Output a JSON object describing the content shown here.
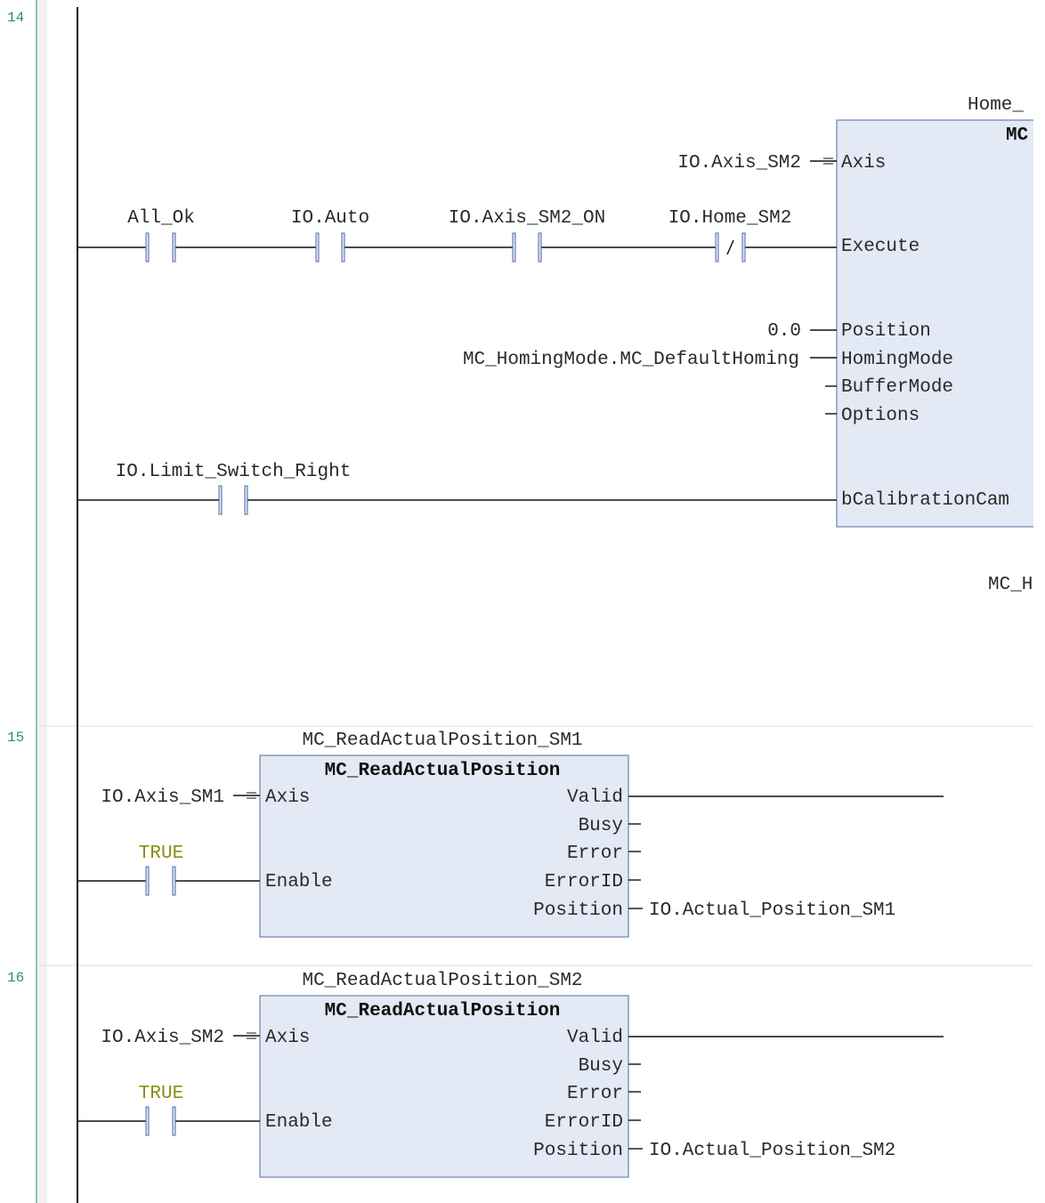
{
  "colors": {
    "literal": "#8c8c1a",
    "line_number": "#2a8a86",
    "fb_fill": "#e3e9f5",
    "fb_border": "#6c82ad"
  },
  "networks": [
    {
      "number": "14",
      "instance": "Home_",
      "fb_type": "MC",
      "contacts": [
        {
          "label": "All_Ok",
          "negated": false
        },
        {
          "label": "IO.Auto",
          "negated": false
        },
        {
          "label": "IO.Axis_SM2_ON",
          "negated": false
        },
        {
          "label": "IO.Home_SM2",
          "negated": true
        },
        {
          "label": "IO.Limit_Switch_Right",
          "negated": false
        }
      ],
      "inputs": {
        "axis_var": "IO.Axis_SM2",
        "axis": "Axis",
        "execute": "Execute",
        "position_value": "0.0",
        "position": "Position",
        "homing_value": "MC_HomingMode.MC_DefaultHoming",
        "homing": "HomingMode",
        "buffer": "BufferMode",
        "options": "Options",
        "calib": "bCalibrationCam"
      },
      "overflow_label": "MC_H"
    },
    {
      "number": "15",
      "instance": "MC_ReadActualPosition_SM1",
      "fb_type": "MC_ReadActualPosition",
      "axis_var": "IO.Axis_SM1",
      "enable_contact": "TRUE",
      "inputs": {
        "axis": "Axis",
        "enable": "Enable"
      },
      "outputs": {
        "valid": "Valid",
        "busy": "Busy",
        "error": "Error",
        "errorid": "ErrorID",
        "position": "Position"
      },
      "position_var": "IO.Actual_Position_SM1"
    },
    {
      "number": "16",
      "instance": "MC_ReadActualPosition_SM2",
      "fb_type": "MC_ReadActualPosition",
      "axis_var": "IO.Axis_SM2",
      "enable_contact": "TRUE",
      "inputs": {
        "axis": "Axis",
        "enable": "Enable"
      },
      "outputs": {
        "valid": "Valid",
        "busy": "Busy",
        "error": "Error",
        "errorid": "ErrorID",
        "position": "Position"
      },
      "position_var": "IO.Actual_Position_SM2"
    }
  ]
}
